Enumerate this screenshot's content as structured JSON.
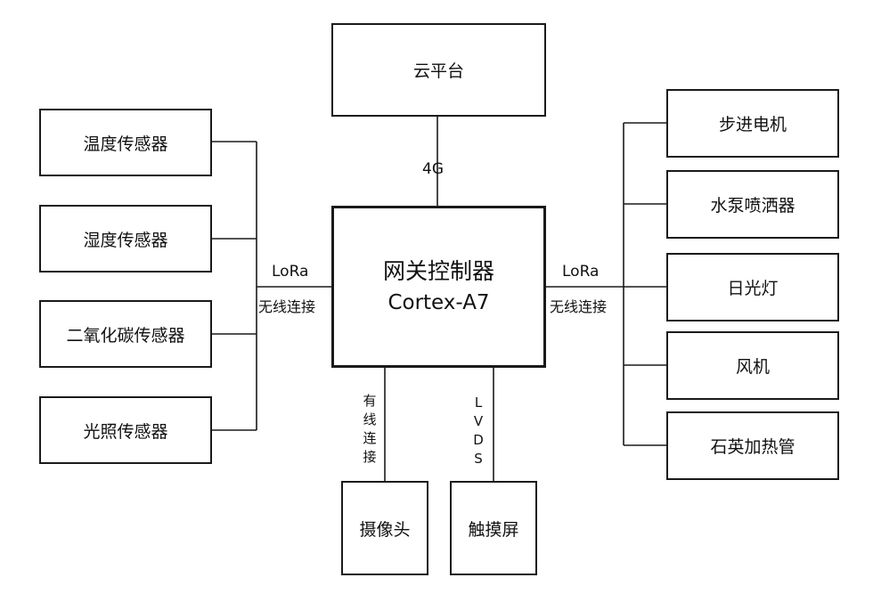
{
  "cloud": "云平台",
  "link_4g": "4G",
  "gateway": {
    "title": "网关控制器",
    "model": "Cortex-A7"
  },
  "sensors": [
    "温度传感器",
    "湿度传感器",
    "二氧化碳传感器",
    "光照传感器"
  ],
  "actuators": [
    "步进电机",
    "水泵喷洒器",
    "日光灯",
    "风机",
    "石英加热管"
  ],
  "left_link": {
    "protocol": "LoRa",
    "desc": "无线连接"
  },
  "right_link": {
    "protocol": "LoRa",
    "desc": "无线连接"
  },
  "bottom_devices": [
    "摄像头",
    "触摸屏"
  ],
  "wired_label": [
    "有",
    "线",
    "连",
    "接"
  ],
  "lvds_label": [
    "L",
    "V",
    "D",
    "S"
  ]
}
